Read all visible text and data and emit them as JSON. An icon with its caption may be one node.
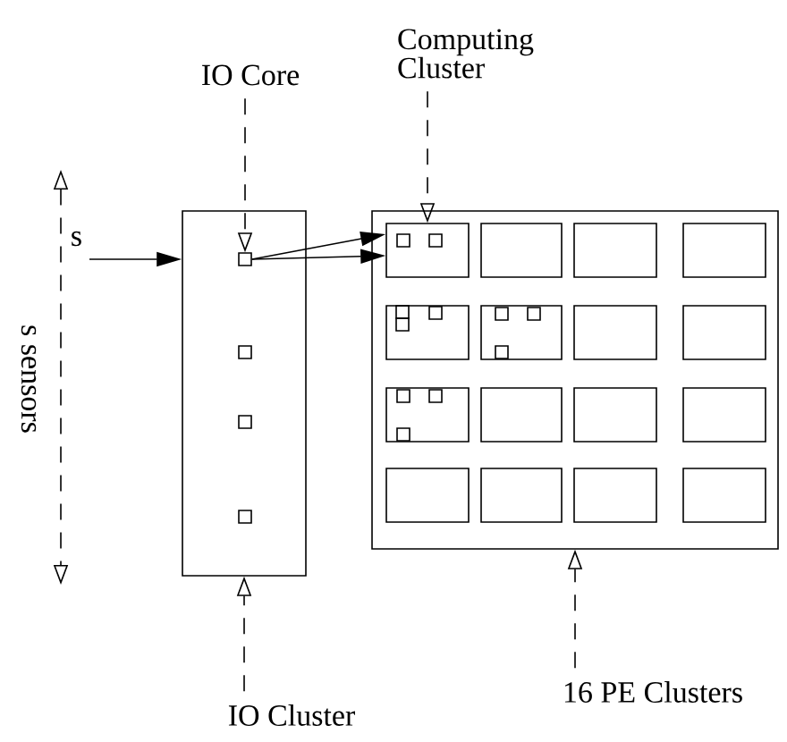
{
  "diagram": {
    "nodes": [
      {
        "text": [
          "IO Core"
        ]
      },
      {
        "text": [
          "Computing Cluster"
        ]
      },
      {
        "text": [],
        "shape": "box"
      },
      {
        "text": [],
        "shape": "box",
        "in": 2
      },
      {
        "text": [],
        "shape": "box",
        "in": 2
      },
      {
        "text": [],
        "shape": "box",
        "in": 2
      },
      {
        "text": [],
        "shape": "box",
        "in": 2
      },
      {
        "text": [],
        "shape": "box"
      },
      {
        "text": [],
        "shape": "box",
        "in": 7
      },
      {
        "text": [],
        "shape": "box",
        "in": 7
      },
      {
        "text": [],
        "shape": "box",
        "in": 7
      },
      {
        "text": [],
        "shape": "box",
        "in": 7
      },
      {
        "text": [],
        "shape": "box",
        "in": 7
      },
      {
        "text": [],
        "shape": "box",
        "in": 7
      },
      {
        "text": [],
        "shape": "box",
        "in": 7
      },
      {
        "text": [],
        "shape": "box",
        "in": 7
      },
      {
        "text": [],
        "shape": "box",
        "in": 7
      },
      {
        "text": [],
        "shape": "box",
        "in": 7
      },
      {
        "text": [],
        "shape": "box",
        "in": 7
      },
      {
        "text": [],
        "shape": "box",
        "in": 7
      },
      {
        "text": [],
        "shape": "box",
        "in": 7
      },
      {
        "text": [],
        "shape": "box",
        "in": 7
      },
      {
        "text": [],
        "shape": "box",
        "in": 7
      },
      {
        "text": [],
        "shape": "box",
        "in": 7
      },
      {
        "text": [],
        "shape": "box",
        "in": 8
      },
      {
        "text": [],
        "shape": "box",
        "in": 8
      },
      {
        "text": [],
        "shape": "box",
        "in": 12
      },
      {
        "text": [],
        "shape": "box",
        "in": 12
      },
      {
        "text": [],
        "shape": "box",
        "in": 12
      },
      {
        "text": [],
        "shape": "box",
        "in": 13
      },
      {
        "text": [],
        "shape": "box",
        "in": 13
      },
      {
        "text": [],
        "shape": "box",
        "in": 13
      },
      {
        "text": [],
        "shape": "box",
        "in": 16
      },
      {
        "text": [],
        "shape": "box",
        "in": 16
      },
      {
        "text": [],
        "shape": "box",
        "in": 16
      },
      {
        "text": [
          "IO Cluster"
        ]
      },
      {
        "text": [
          "16 PE Clusters"
        ]
      }
    ],
    "edges": [
      {
        "from": 0,
        "to": 3,
        "arrow": "to",
        "style": "dashed"
      },
      {
        "from": 1,
        "to": 8,
        "arrow": "to",
        "style": "dashed"
      },
      {
        "from": null,
        "to": 2,
        "arrow": "to",
        "label": "s"
      },
      {
        "from": 3,
        "to": 8,
        "arrow": "to"
      },
      {
        "from": 3,
        "to": 8,
        "arrow": "to"
      },
      {
        "from": 35,
        "to": 2,
        "arrow": "to",
        "style": "dashed"
      },
      {
        "from": 36,
        "to": 7,
        "arrow": "to",
        "style": "dashed"
      }
    ],
    "labels": [
      "s sensors"
    ]
  }
}
